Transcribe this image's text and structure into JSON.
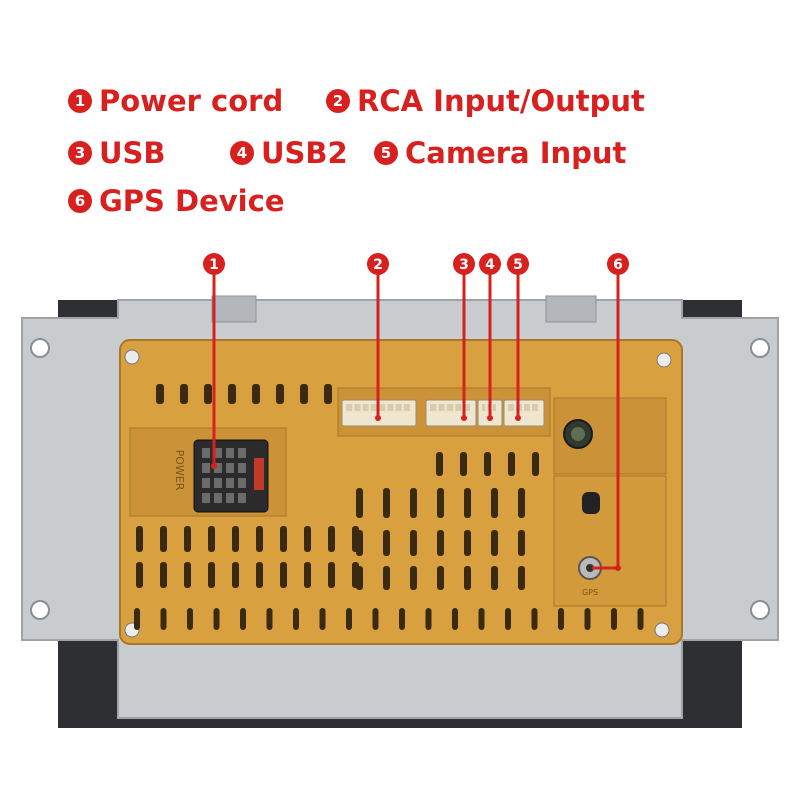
{
  "legend": [
    {
      "num": "1",
      "label": "Power cord"
    },
    {
      "num": "2",
      "label": "RCA Input/Output"
    },
    {
      "num": "3",
      "label": "USB"
    },
    {
      "num": "4",
      "label": "USB2"
    },
    {
      "num": "5",
      "label": "Camera Input"
    },
    {
      "num": "6",
      "label": "GPS Device"
    }
  ],
  "callouts": [
    "1",
    "2",
    "3",
    "4",
    "5",
    "6"
  ],
  "panel_labels": {
    "power": "POWER",
    "gps": "GPS"
  },
  "colors": {
    "callout_red": "#d8201f",
    "panel_orange": "#d9a03f",
    "chassis_gray": "#c9cccf",
    "connector_cream": "#efe6cf"
  }
}
